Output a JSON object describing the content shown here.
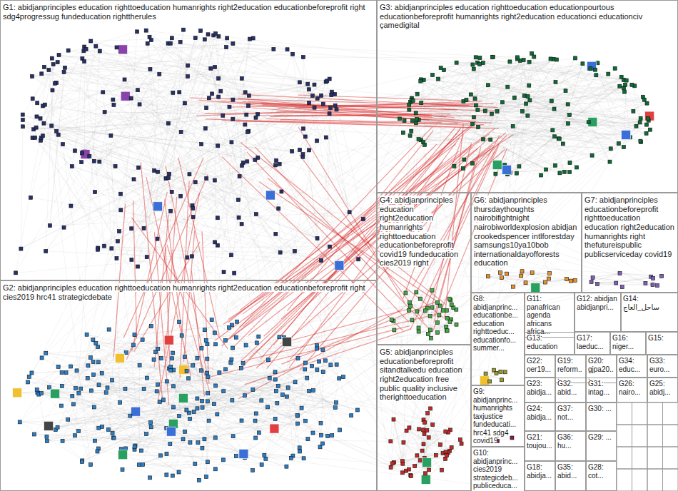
{
  "diagram": {
    "nodes": [
      {
        "text": [
          "G1: abidjanprinciples education righttoeducation humanrights right2education educationbeforeprofit right sdg4progressug fundeducation righttherules"
        ]
      },
      {
        "text": [
          "G3: abidjanprinciples education righttoeducation educationpourtous educationbeforeprofit humanrights right2education educationci educationciv çamedigital"
        ]
      },
      {
        "text": [
          "G4: abidjanprinciples education right2education humanrights righttoeducation educationbeforeprofit covid19 fundeducation cies2019 right"
        ]
      },
      {
        "text": [
          "G6: abidjanprinciples thursdaythoughts nairobifightnight nairobiworldexplosion abidjan crookedspencer intlforestday samsungs10ya10bob internationaldayofforests education"
        ]
      },
      {
        "text": [
          "G7: abidjanprinciples educationbeforeprofit righttoeducation education right2education humanrights right thefutureispublic publicserviceday covid19"
        ]
      },
      {
        "text": [
          "G8: abidjanprinc... educationbe... education righttoeduc... educationfo... summer..."
        ]
      },
      {
        "text": [
          "G11: panafrican agenda africans africa..."
        ]
      },
      {
        "text": [
          "G12: abidjan abidjanpri..."
        ]
      },
      {
        "text": [
          "G14: ساحل_العاج"
        ]
      },
      {
        "text": [
          "G13: education"
        ]
      },
      {
        "text": [
          "G17: laeduc..."
        ]
      },
      {
        "text": [
          "G16: niger..."
        ]
      },
      {
        "text": [
          "G15:"
        ]
      },
      {
        "text": [
          "G22: oer19..."
        ]
      },
      {
        "text": [
          "G19: reform..."
        ]
      },
      {
        "text": [
          "G20: gjpa20..."
        ]
      },
      {
        "text": [
          "G34: educ..."
        ]
      },
      {
        "text": [
          "G33: euro..."
        ]
      },
      {
        "text": [
          "G23: abidja..."
        ]
      },
      {
        "text": [
          "G32: abid..."
        ]
      },
      {
        "text": [
          "G31: intag..."
        ]
      },
      {
        "text": [
          "G26: nairo..."
        ]
      },
      {
        "text": [
          "G25: abidj..."
        ]
      },
      {
        "text": [
          "G2: abidjanprinciples education righttoeducation humanrights right2education educationbeforeprofit right cies2019 hrc41 strategicdebate"
        ]
      },
      {
        "text": [
          "G5: abidjanprinciples educationbeforeprofit sitandtalkedu education right2education free public quality inclusive therighttoeducation"
        ]
      },
      {
        "text": [
          "G9: abidjanprinc... humanrights taxjustice fundeducati... hrc41 sdg4 covid19"
        ]
      },
      {
        "text": [
          "G24: abidja..."
        ]
      },
      {
        "text": [
          "G37: not..."
        ]
      },
      {
        "text": [
          "G30: ..."
        ]
      },
      {
        "text": [
          "G21: toujou..."
        ]
      },
      {
        "text": [
          "G36: hu..."
        ]
      },
      {
        "text": [
          "G29: ..."
        ]
      },
      {
        "text": [
          "G10: abidjanprinc... cies2019 strategicdeb... publiceduca..."
        ]
      },
      {
        "text": [
          "G18: abidja..."
        ]
      },
      {
        "text": [
          "G35: abid..."
        ]
      },
      {
        "text": [
          "G28: cot..."
        ]
      }
    ]
  }
}
